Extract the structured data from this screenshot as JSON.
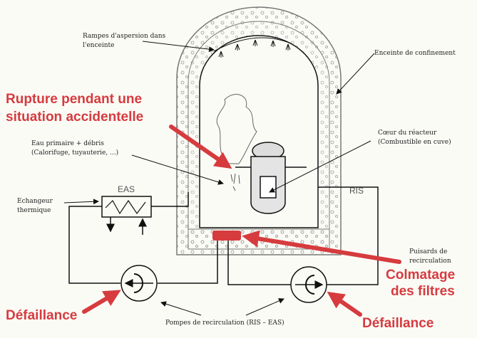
{
  "labels": {
    "spray": [
      "Rampes d'aspersion dans",
      "l'enceinte"
    ],
    "containment": "Enceinte de confinement",
    "core": [
      "Cœur du réacteur",
      "(Combustible en cuve)"
    ],
    "water": [
      "Eau primaire + débris",
      "(Calorifuge, tuyauterie, ...)"
    ],
    "exchanger": [
      "Echangeur",
      "thermique"
    ],
    "eas": "EAS",
    "ris": "RIS",
    "sump": [
      "Puisards de",
      "recirculation"
    ],
    "pumps": "Pompes de recirculation (RIS – EAS)"
  },
  "annotations": {
    "rupture": [
      "Rupture pendant une",
      "situation accidentelle"
    ],
    "clogging": [
      "Colmatage",
      "des filtres"
    ],
    "failure_left": "Défaillance",
    "failure_right": "Défaillance"
  },
  "colors": {
    "annotation": "#d63b3e",
    "line": "#111111"
  }
}
